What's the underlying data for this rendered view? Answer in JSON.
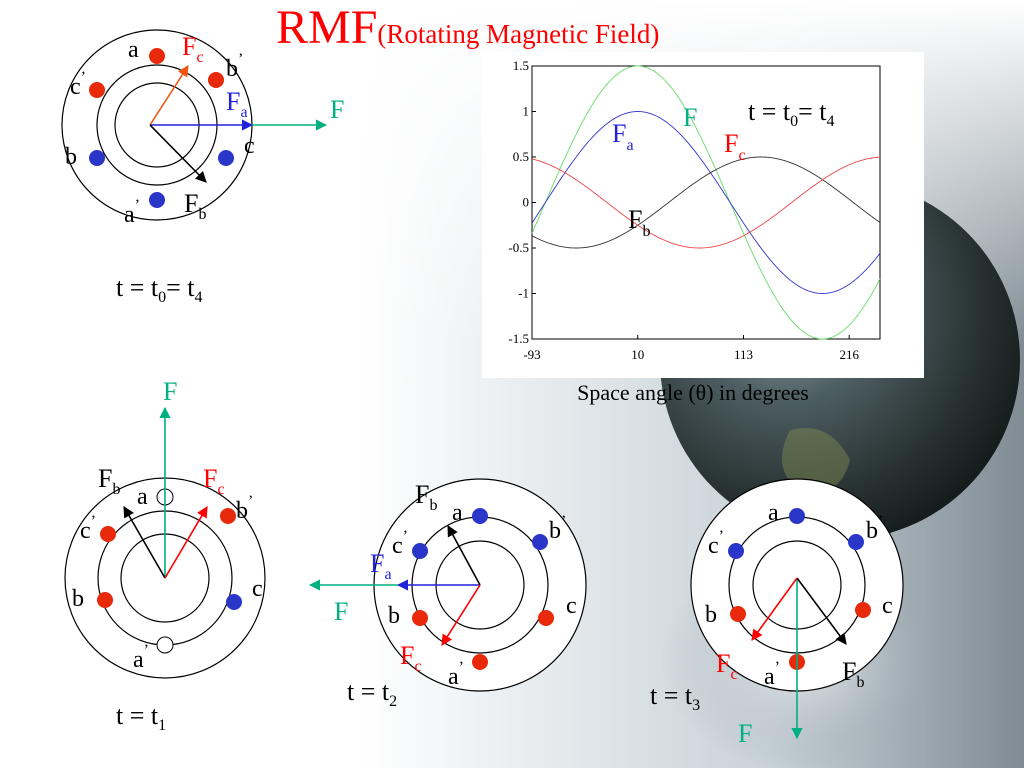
{
  "title": {
    "main": "RMF",
    "sub": "(Rotating Magnetic Field)"
  },
  "colors": {
    "a_phase": "#3333cc",
    "b_phase": "#000000",
    "c_phase": "#ff0000",
    "resultant": "#00b080",
    "conductor_red": "#e82a0a",
    "conductor_blue": "#2a36c8"
  },
  "labels": {
    "F": "F",
    "Fa_main": "F",
    "Fa_sub": "a",
    "Fb_main": "F",
    "Fb_sub": "b",
    "Fc_main": "F",
    "Fc_sub": "c",
    "a": "a",
    "a_prime": "a",
    "b": "b",
    "b_prime": "b",
    "c": "c",
    "c_prime": "c",
    "prime": "’"
  },
  "time_labels": {
    "t0": {
      "pre": "t = t",
      "s1": "0",
      "mid": "= t",
      "s2": "4"
    },
    "t1": {
      "pre": "t = t",
      "s1": "1"
    },
    "t2": {
      "pre": "t = t",
      "s1": "2"
    },
    "t3": {
      "pre": "t = t",
      "s1": "3"
    }
  },
  "chart_data": {
    "type": "line",
    "xlabel": "Space angle (θ) in degrees",
    "xlim": [
      -93,
      246
    ],
    "ylim": [
      -1.5,
      1.5
    ],
    "xticks": [
      "-93",
      "10",
      "113",
      "216"
    ],
    "yticks": [
      "1.5",
      "1",
      "0.5",
      "0",
      "-0.5",
      "-1",
      "-1.5"
    ],
    "annotation": {
      "pre": "t = t",
      "s1": "0",
      "mid": "= t",
      "s2": "4"
    },
    "series": [
      {
        "name": "F",
        "color": "#66dd66",
        "amplitude": 1.5,
        "phase_deg": 0
      },
      {
        "name": "F",
        "sub": "a",
        "color": "#3333cc",
        "amplitude": 1.0,
        "phase_deg": 0
      },
      {
        "name": "F",
        "sub": "b",
        "color": "#333333",
        "amplitude": 0.5,
        "phase_deg": -120
      },
      {
        "name": "F",
        "sub": "c",
        "color": "#ee4444",
        "amplitude": 0.5,
        "phase_deg": 120
      }
    ]
  }
}
